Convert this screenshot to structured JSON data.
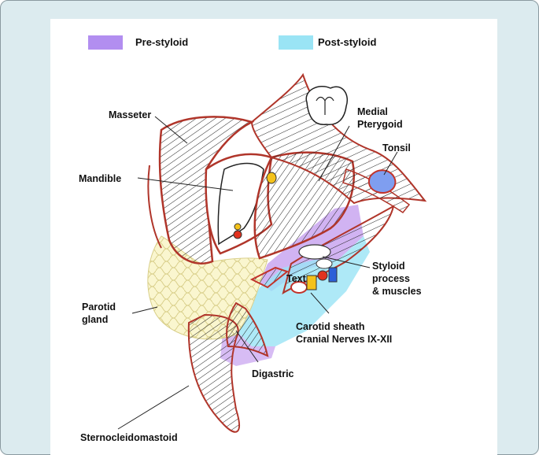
{
  "legend": {
    "items": [
      {
        "label": "Pre-styloid",
        "color": "#b28ef0"
      },
      {
        "label": "Post-styloid",
        "color": "#9ae4f5"
      }
    ]
  },
  "labels": {
    "masseter": "Masseter",
    "medial_pterygoid_1": "Medial",
    "medial_pterygoid_2": "Pterygoid",
    "tonsil": "Tonsil",
    "mandible": "Mandible",
    "styloid_1": "Styloid",
    "styloid_2": "process",
    "styloid_3": "& muscles",
    "text_overlay": "Text",
    "parotid_1": "Parotid",
    "parotid_2": "gland",
    "carotid_1": "Carotid sheath",
    "carotid_2": "Cranial Nerves IX-XII",
    "digastric": "Digastric",
    "scm": "Sternocleidomastoid"
  },
  "colors": {
    "outline_red": "#b0352a",
    "hatch": "#222222",
    "parotid_fill": "#faf6cf",
    "parotid_stroke": "#d9cf8a",
    "tonsil": "#7f9ef0",
    "node_yellow": "#f4c21a",
    "node_red": "#e2321f"
  }
}
